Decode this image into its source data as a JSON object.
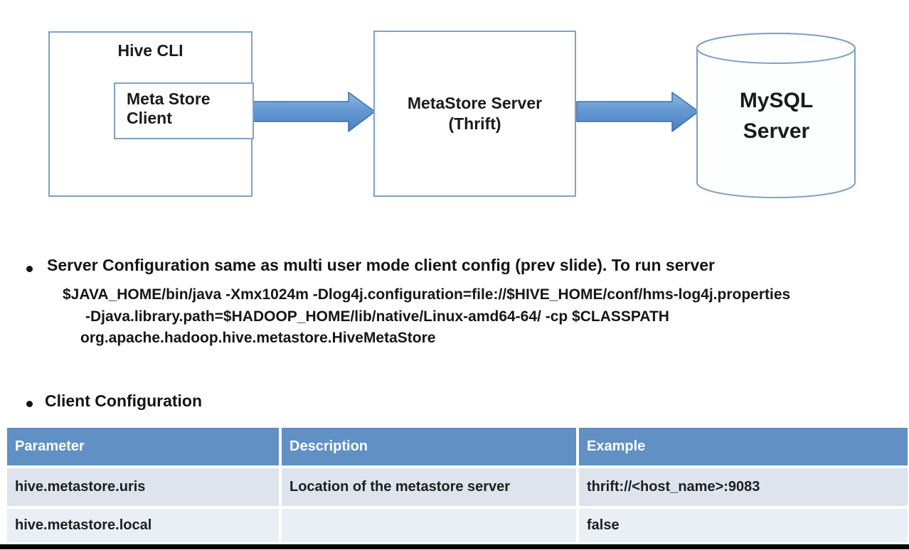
{
  "diagram": {
    "hive_cli": "Hive CLI",
    "metastore_client": "Meta Store Client",
    "metastore_server": "MetaStore Server",
    "metastore_server_sub": "(Thrift)",
    "mysql_line1": "MySQL",
    "mysql_line2": "Server"
  },
  "bullets": {
    "bullet_char": "",
    "server_config_text": "Server Configuration same as multi user mode client config (prev slide). To run server",
    "code_lines": [
      "$JAVA_HOME/bin/java -Xmx1024m -Dlog4j.configuration=file://$HIVE_HOME/conf/hms-log4j.properties",
      "-Djava.library.path=$HADOOP_HOME/lib/native/Linux-amd64-64/ -cp $CLASSPATH",
      "org.apache.hadoop.hive.metastore.HiveMetaStore"
    ],
    "client_config_text": "Client Configuration"
  },
  "table": {
    "headers": [
      "Parameter",
      "Description",
      "Example"
    ],
    "rows": [
      [
        "hive.metastore.uris",
        "Location of the metastore server",
        "thrift://<host_name>:9083"
      ],
      [
        "hive.metastore.local",
        "",
        "false"
      ]
    ]
  },
  "colors": {
    "table_header_bg": "#6090c4",
    "table_row_odd_bg": "#dde4ee",
    "table_row_even_bg": "#eaeef5",
    "arrow_fill_top": "#8cb6e2",
    "arrow_fill_bottom": "#4a7fc1",
    "box_border": "#7ea2c4",
    "bottom_bar": "#000000"
  }
}
